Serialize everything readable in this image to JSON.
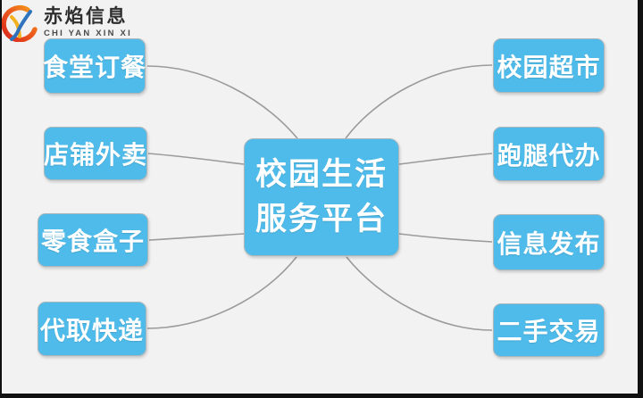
{
  "brand": {
    "name": "赤焰信息",
    "subtitle": "CHI YAN XIN XI"
  },
  "mindmap": {
    "center": {
      "line1": "校园生活",
      "line2": "服务平台"
    },
    "left_nodes": [
      {
        "label": "食堂订餐"
      },
      {
        "label": "店铺外卖"
      },
      {
        "label": "零食盒子"
      },
      {
        "label": "代取快递"
      }
    ],
    "right_nodes": [
      {
        "label": "校园超市"
      },
      {
        "label": "跑腿代办"
      },
      {
        "label": "信息发布"
      },
      {
        "label": "二手交易"
      }
    ]
  },
  "colors": {
    "node_fill": "#4fbbea",
    "background": "#f2f2f2",
    "connector": "#9b9b9b",
    "node_text": "#ffffff"
  }
}
